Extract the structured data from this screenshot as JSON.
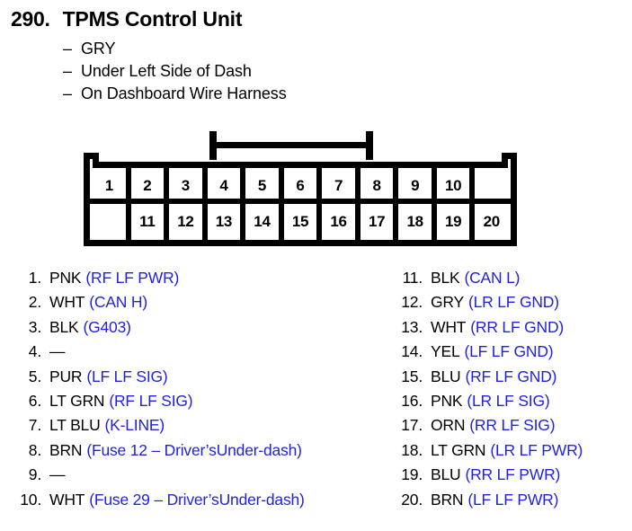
{
  "header": {
    "number": "290.",
    "title": "TPMS Control Unit",
    "details": [
      "GRY",
      "Under Left Side of Dash",
      "On Dashboard Wire Harness"
    ],
    "dash": "–"
  },
  "connector": {
    "top_row": [
      "1",
      "2",
      "3",
      "4",
      "5",
      "6",
      "7",
      "8",
      "9",
      "10",
      ""
    ],
    "bottom_row": [
      "",
      "11",
      "12",
      "13",
      "14",
      "15",
      "16",
      "17",
      "18",
      "19",
      "20"
    ]
  },
  "colors": {
    "description_blue": "#2222DD",
    "text_black": "#000000",
    "background": "#FFFFFF"
  },
  "pins": {
    "left_column": [
      {
        "index": "1.",
        "code": "PNK",
        "desc": "(RF LF PWR)"
      },
      {
        "index": "2.",
        "code": "WHT",
        "desc": "(CAN H)"
      },
      {
        "index": "3.",
        "code": "BLK",
        "desc": "(G403)"
      },
      {
        "index": "4.",
        "code": "—",
        "desc": ""
      },
      {
        "index": "5.",
        "code": "PUR",
        "desc": "(LF LF SIG)"
      },
      {
        "index": "6.",
        "code": "LT GRN",
        "desc": "(RF LF SIG)"
      },
      {
        "index": "7.",
        "code": "LT BLU",
        "desc": "(K-LINE)"
      },
      {
        "index": "8.",
        "code": "BRN",
        "desc": "(Fuse 12 – Driver’sUnder-dash)"
      },
      {
        "index": "9.",
        "code": "—",
        "desc": ""
      },
      {
        "index": "10.",
        "code": "WHT",
        "desc": "(Fuse 29 – Driver’sUnder-dash)"
      }
    ],
    "right_column": [
      {
        "index": "11.",
        "code": "BLK",
        "desc": "(CAN L)"
      },
      {
        "index": "12.",
        "code": "GRY",
        "desc": "(LR LF GND)"
      },
      {
        "index": "13.",
        "code": "WHT",
        "desc": "(RR LF GND)"
      },
      {
        "index": "14.",
        "code": "YEL",
        "desc": "(LF LF GND)"
      },
      {
        "index": "15.",
        "code": "BLU",
        "desc": "(RF LF GND)"
      },
      {
        "index": "16.",
        "code": "PNK",
        "desc": "(LR LF SIG)"
      },
      {
        "index": "17.",
        "code": "ORN",
        "desc": "(RR LF SIG)"
      },
      {
        "index": "18.",
        "code": "LT GRN",
        "desc": "(LR LF PWR)"
      },
      {
        "index": "19.",
        "code": "BLU",
        "desc": "(RR LF PWR)"
      },
      {
        "index": "20.",
        "code": "BRN",
        "desc": "(LF LF PWR)"
      }
    ]
  }
}
